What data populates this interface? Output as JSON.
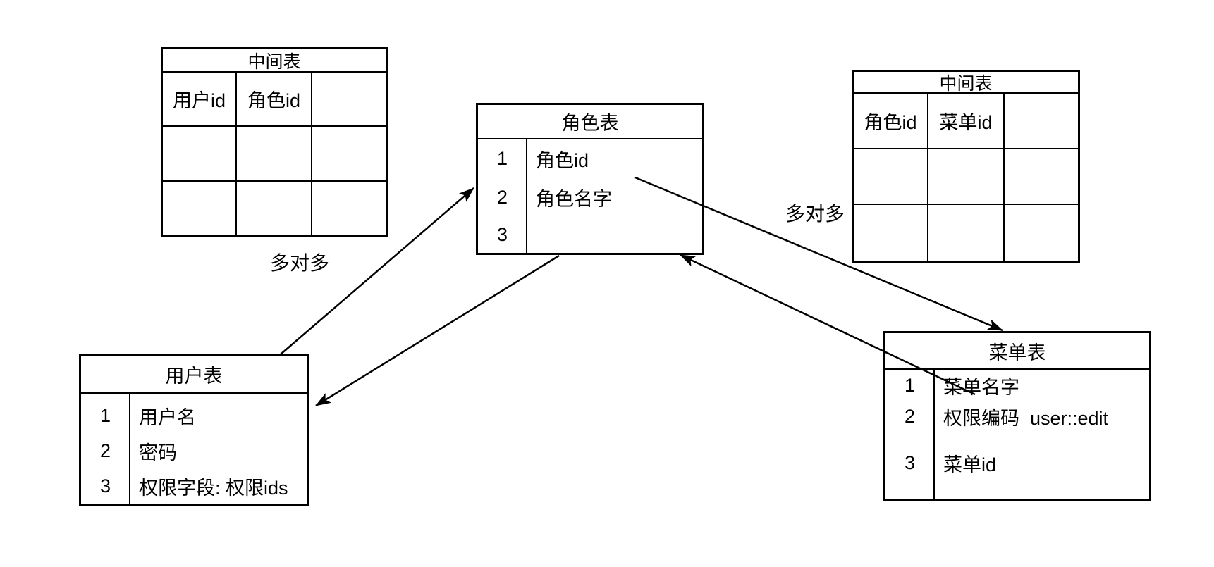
{
  "canvas": {
    "background": "#ffffff",
    "line_color": "#000000"
  },
  "tables": {
    "junction_left": {
      "title": "中间表",
      "headers": [
        "用户id",
        "角色id",
        ""
      ]
    },
    "role": {
      "title": "角色表",
      "rows": [
        {
          "num": "1",
          "field": "角色id"
        },
        {
          "num": "2",
          "field": "角色名字"
        },
        {
          "num": "3",
          "field": ""
        }
      ]
    },
    "junction_right": {
      "title": "中间表",
      "headers": [
        "角色id",
        "菜单id",
        ""
      ]
    },
    "user": {
      "title": "用户表",
      "rows": [
        {
          "num": "1",
          "field": "用户名"
        },
        {
          "num": "2",
          "field": "密码"
        },
        {
          "num": "3",
          "field": "权限字段: 权限ids"
        }
      ]
    },
    "menu": {
      "title": "菜单表",
      "rows": [
        {
          "num": "1",
          "field": "菜单名字"
        },
        {
          "num": "2",
          "field": "权限编码  user::edit"
        },
        {
          "num": "3",
          "field": "菜单id"
        }
      ]
    }
  },
  "labels": {
    "many_to_many_left": "多对多",
    "many_to_many_right": "多对多"
  },
  "arrows": [
    {
      "name": "user-to-role",
      "from": "用户表",
      "to": "角色表"
    },
    {
      "name": "role-to-user",
      "from": "角色表",
      "to": "用户表"
    },
    {
      "name": "role-to-menu",
      "from": "角色表",
      "to": "菜单表"
    },
    {
      "name": "menu-to-role",
      "from": "菜单表",
      "to": "角色表"
    }
  ]
}
